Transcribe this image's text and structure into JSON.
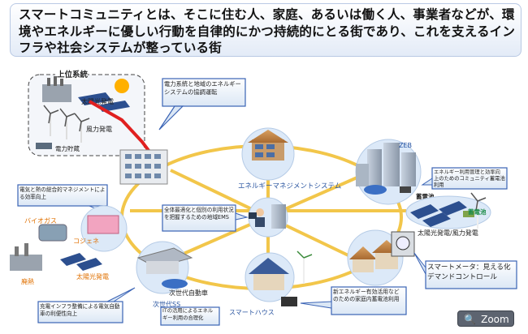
{
  "header": {
    "text": "スマートコミュニティとは、そこに住む人、家庭、あるいは働く人、事業者などが、環境やエネルギーに優しい行動を自律的にかつ持続的にとる街であり、これを支えるインフラや社会システムが整っている街"
  },
  "diagram": {
    "upper_system": "上位系統",
    "solar_upper": "太陽光発電",
    "wind_upper": "風力発電",
    "storage_upper": "電力貯蔵",
    "grid_callout": "電力系統と地域のエネルギーシステムの協調運転",
    "ems_label": "エネルギーマネジメントシステム",
    "zeb": "ZEB",
    "bems_callout": "エネルギー利用管理と効率向上のためのコミュニティ蓄電池利用",
    "battery_right": "蓄電池",
    "battery_top": "蓄電池",
    "solar_wind_right": "太陽光発電/風力発電",
    "cogen_callout": "電気と熱の総合的マネジメントによる効率向上",
    "biogas": "バイオガス",
    "cogene": "コジェネ",
    "waste_heat": "廃熱",
    "solar_left": "太陽光発電",
    "center_callout": "全体最適化と個別の利用状況を把握するための地域EMS",
    "next_gen_car": "次世代自動車",
    "next_gen_ss": "次世代SS",
    "transport_callout": "充電インフラ整備による電気自動車の利便性向上",
    "it_callout": "ITの活用によるエネルギー利用の合理化",
    "smart_house": "スマートハウス",
    "home_battery_callout": "新エネルギー有効活用などのための家庭内蓄電池利用",
    "smart_meter_callout": "スマートメータ：見える化デマンドコントロール"
  },
  "zoom_button": "Zoom",
  "colors": {
    "line": "#f2c64a",
    "grid": "#e02020",
    "callout_border": "#3a63b5"
  }
}
